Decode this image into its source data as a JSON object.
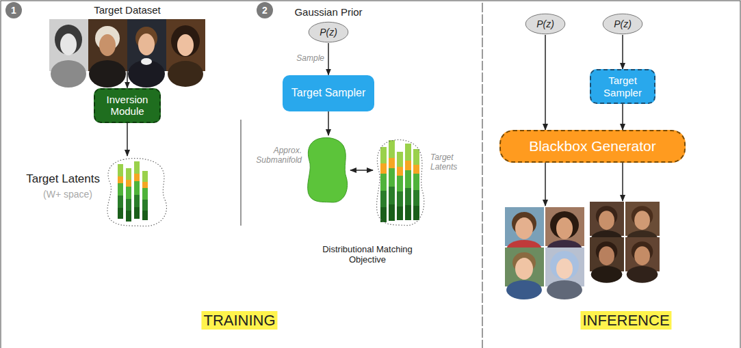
{
  "diagram": {
    "nodes": [
      {
        "text": [
          "Target Dataset"
        ]
      },
      {
        "text": [
          "Inversion Module"
        ]
      },
      {
        "text": [
          "Target Latents",
          "(W+ space)"
        ]
      },
      {
        "text": [
          "Gaussian Prior",
          "P(z)"
        ]
      },
      {
        "text": [
          "Target Sampler"
        ]
      },
      {
        "text": [
          "Approx. Submanifold"
        ]
      },
      {
        "text": [
          "Target Latents"
        ]
      },
      {
        "text": [
          "P(z)"
        ]
      },
      {
        "text": [
          "P(z)"
        ]
      },
      {
        "text": [
          "Target Sampler"
        ]
      },
      {
        "text": [
          "Blackbox Generator"
        ]
      }
    ],
    "edges": [
      {
        "from": 0,
        "to": 1,
        "arrow": "to"
      },
      {
        "from": 1,
        "to": 2,
        "arrow": "to"
      },
      {
        "from": 3,
        "to": 4,
        "label": "Sample",
        "arrow": "to"
      },
      {
        "from": 4,
        "to": 5,
        "arrow": "to"
      },
      {
        "from": 5,
        "to": 6,
        "arrow": "both"
      },
      {
        "from": 7,
        "to": 10,
        "arrow": "to"
      },
      {
        "from": 8,
        "to": 9,
        "arrow": "to"
      },
      {
        "from": 9,
        "to": 10,
        "arrow": "to"
      }
    ],
    "labels": [
      "1",
      "2",
      "Distributional Matching Objective",
      "TRAINING",
      "INFERENCE"
    ]
  }
}
